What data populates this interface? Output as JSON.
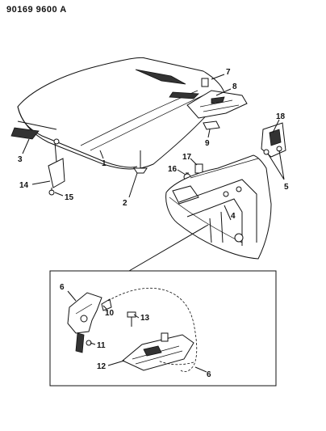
{
  "header": {
    "code": "90169 9600 A"
  },
  "callouts": [
    {
      "id": "c1",
      "text": "1"
    },
    {
      "id": "c2",
      "text": "2"
    },
    {
      "id": "c3",
      "text": "3"
    },
    {
      "id": "c4",
      "text": "4"
    },
    {
      "id": "c5",
      "text": "5"
    },
    {
      "id": "c6a",
      "text": "6"
    },
    {
      "id": "c6b",
      "text": "6"
    },
    {
      "id": "c7",
      "text": "7"
    },
    {
      "id": "c8",
      "text": "8"
    },
    {
      "id": "c9",
      "text": "9"
    },
    {
      "id": "c10",
      "text": "10"
    },
    {
      "id": "c11",
      "text": "11"
    },
    {
      "id": "c12",
      "text": "12"
    },
    {
      "id": "c13",
      "text": "13"
    },
    {
      "id": "c14",
      "text": "14"
    },
    {
      "id": "c15",
      "text": "15"
    },
    {
      "id": "c16",
      "text": "16"
    },
    {
      "id": "c17",
      "text": "17"
    },
    {
      "id": "c18",
      "text": "18"
    }
  ]
}
